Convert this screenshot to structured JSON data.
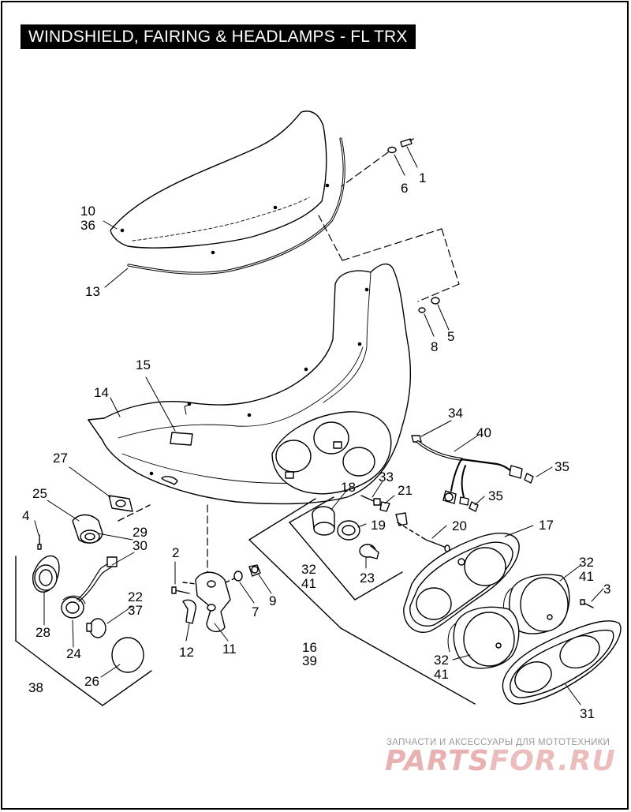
{
  "title": "WINDSHIELD, FAIRING & HEADLAMPS - FL TRX",
  "callouts": {
    "c1": "1",
    "c6": "6",
    "c10": "10",
    "c36": "36",
    "c13": "13",
    "c8": "8",
    "c5": "5",
    "c15": "15",
    "c14": "14",
    "c34": "34",
    "c40": "40",
    "c35a": "35",
    "c35b": "35",
    "c27": "27",
    "c25": "25",
    "c4": "4",
    "c29": "29",
    "c30": "30",
    "c18": "18",
    "c33": "33",
    "c21": "21",
    "c19": "19",
    "c20": "20",
    "c17": "17",
    "c2": "2",
    "c7": "7",
    "c9": "9",
    "c11": "11",
    "c12": "12",
    "c32a": "32",
    "c41a": "41",
    "c23": "23",
    "c32b": "32",
    "c41b": "41",
    "c3": "3",
    "c22": "22",
    "c37": "37",
    "c28": "28",
    "c24": "24",
    "c26": "26",
    "c38": "38",
    "c16": "16",
    "c39": "39",
    "c32c": "32",
    "c41c": "41",
    "c31": "31"
  },
  "watermark": {
    "tagline": "ЗАПЧАСТИ И АКСЕССУАРЫ ДЛЯ МОТОТЕХНИКИ",
    "logo_a": "PARTS",
    "logo_b": "FOR.RU"
  }
}
